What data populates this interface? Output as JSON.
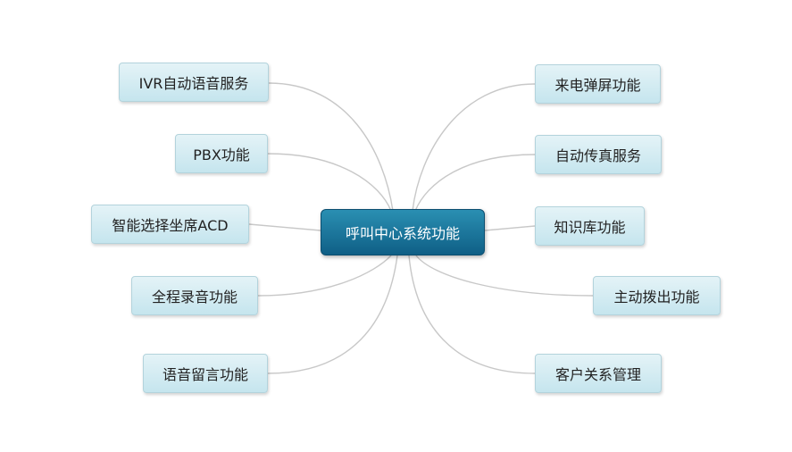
{
  "center": {
    "label": "呼叫中心系统功能"
  },
  "left_nodes": [
    {
      "label": "IVR自动语音服务"
    },
    {
      "label": "PBX功能"
    },
    {
      "label": "智能选择坐席ACD"
    },
    {
      "label": "全程录音功能"
    },
    {
      "label": "语音留言功能"
    }
  ],
  "right_nodes": [
    {
      "label": "来电弹屏功能"
    },
    {
      "label": "自动传真服务"
    },
    {
      "label": "知识库功能"
    },
    {
      "label": "主动拨出功能"
    },
    {
      "label": "客户关系管理"
    }
  ],
  "colors": {
    "center_fill": "#1b769c",
    "node_fill": "#d3ecf3",
    "connector": "#c8c8c8"
  }
}
